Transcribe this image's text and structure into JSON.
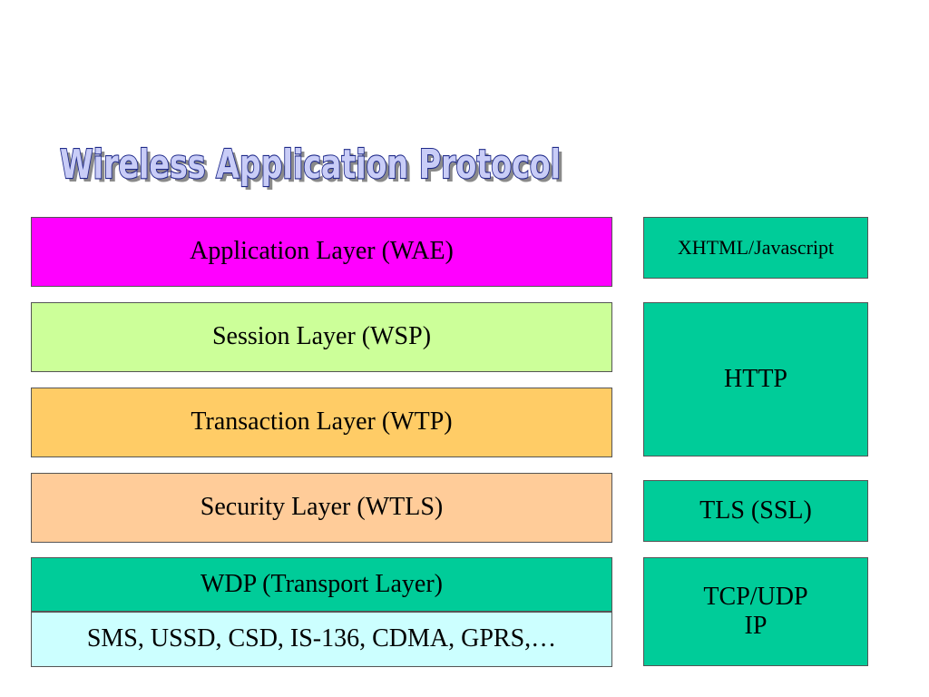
{
  "title": "Wireless Application Protocol",
  "colors": {
    "title_fill": "#c9cdf7",
    "title_stroke": "#1f2a8a",
    "title_shadow": "#8a8a8a",
    "application": "#ff00ff",
    "session": "#ccff99",
    "transaction": "#ffcc66",
    "security": "#ffcc99",
    "transport": "#00cc99",
    "bearer": "#ccffff",
    "internet": "#00cc99"
  },
  "wap_stack": {
    "application": "Application Layer (WAE)",
    "session": "Session Layer (WSP)",
    "transaction": "Transaction Layer (WTP)",
    "security": "Security Layer (WTLS)",
    "transport": "WDP (Transport Layer)",
    "bearers": "SMS, USSD, CSD, IS-136, CDMA, GPRS,…"
  },
  "internet_stack": {
    "presentation": "XHTML/Javascript",
    "session_transaction": "HTTP",
    "security": "TLS (SSL)",
    "transport_line1": "TCP/UDP",
    "transport_line2": "IP"
  }
}
